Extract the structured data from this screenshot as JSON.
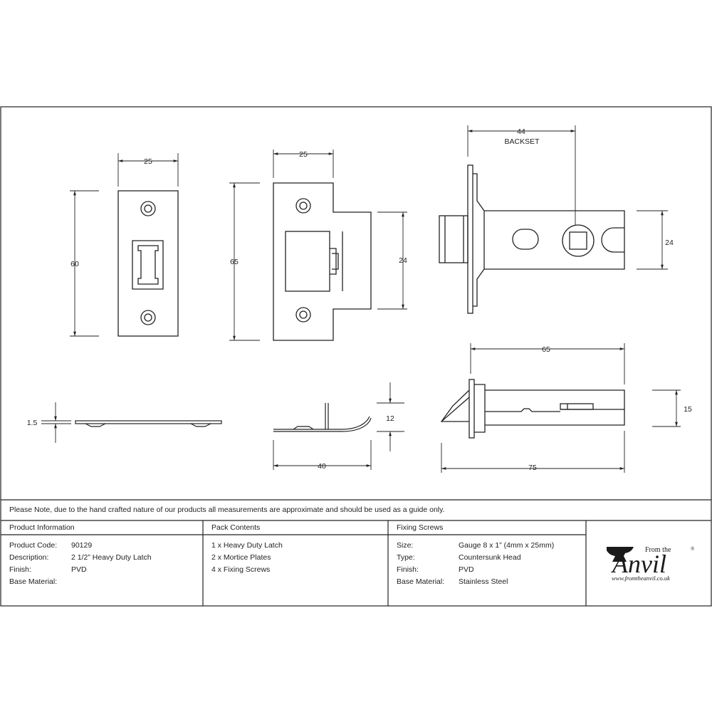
{
  "dimensions": {
    "plate_width": "25",
    "plate_height": "60",
    "striker_width": "25",
    "striker_height": "65",
    "striker_opening": "24",
    "backset_value": "44",
    "backset_label": "BACKSET",
    "latch_case_height": "24",
    "plate_thickness": "1.5",
    "striker_lip": "12",
    "striker_depth": "40",
    "case_length": "65",
    "overall_length": "75",
    "case_thickness": "15"
  },
  "note": "Please Note, due to the hand crafted nature of our products all measurements are approximate and should be used as a guide only.",
  "product_info": {
    "heading": "Product Information",
    "rows": [
      {
        "label": "Product Code:",
        "value": "90129"
      },
      {
        "label": "Description:",
        "value": "2 1/2” Heavy Duty Latch"
      },
      {
        "label": "Finish:",
        "value": "PVD"
      },
      {
        "label": "Base Material:",
        "value": ""
      }
    ]
  },
  "pack_contents": {
    "heading": "Pack Contents",
    "items": [
      "1 x Heavy Duty Latch",
      "2 x Mortice Plates",
      "4 x Fixing Screws"
    ]
  },
  "fixing_screws": {
    "heading": "Fixing Screws",
    "rows": [
      {
        "label": "Size:",
        "value": "Gauge 8 x 1” (4mm x 25mm)"
      },
      {
        "label": "Type:",
        "value": "Countersunk Head"
      },
      {
        "label": "Finish:",
        "value": "PVD"
      },
      {
        "label": "Base Material:",
        "value": "Stainless Steel"
      }
    ]
  },
  "logo": {
    "from_the": "From the",
    "brand": "Anvil",
    "registered": "®",
    "url": "www.fromtheanvil.co.uk"
  },
  "colors": {
    "line": "#222222",
    "background": "#ffffff"
  }
}
